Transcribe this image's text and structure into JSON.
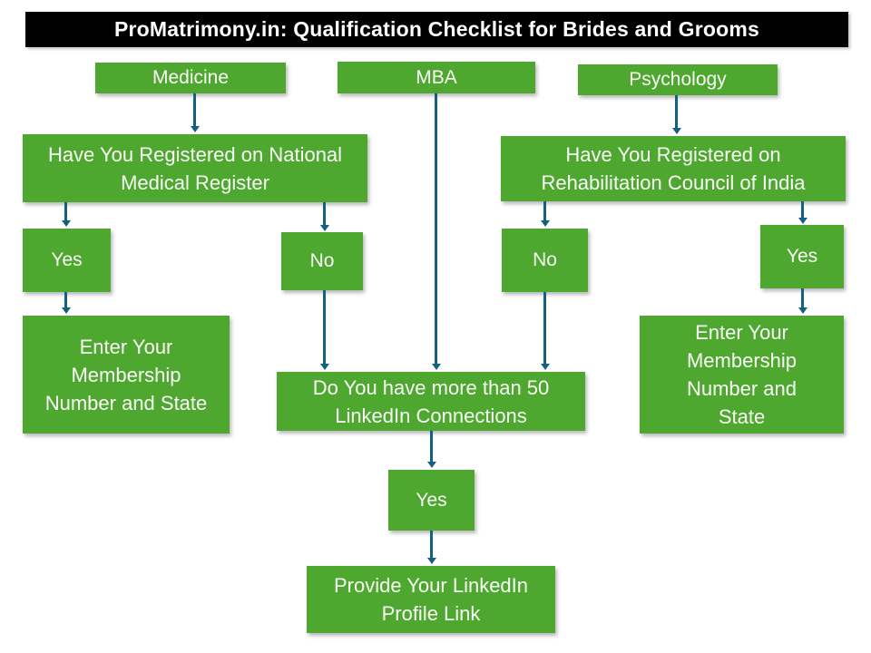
{
  "title": "ProMatrimony.in: Qualification Checklist for Brides and Grooms",
  "colors": {
    "node_fill": "#4EA72E",
    "node_text": "#FAFCF8",
    "arrow": "#156082",
    "title_bg": "#000000",
    "title_text": "#FFFFFF"
  },
  "nodes": {
    "medicine": "Medicine",
    "mba": "MBA",
    "psychology": "Psychology",
    "q_medical": "Have You Registered on National Medical Register",
    "q_rehab": "Have You Registered on Rehabilitation Council of India",
    "yes_left": "Yes",
    "no_left": "No",
    "no_right": "No",
    "yes_right": "Yes",
    "enter_left": "Enter Your Membership Number and State",
    "enter_right": "Enter Your Membership Number and State",
    "q_linkedin": "Do You have more than 50 LinkedIn Connections",
    "yes_bottom": "Yes",
    "provide": "Provide Your LinkedIn Profile Link"
  }
}
